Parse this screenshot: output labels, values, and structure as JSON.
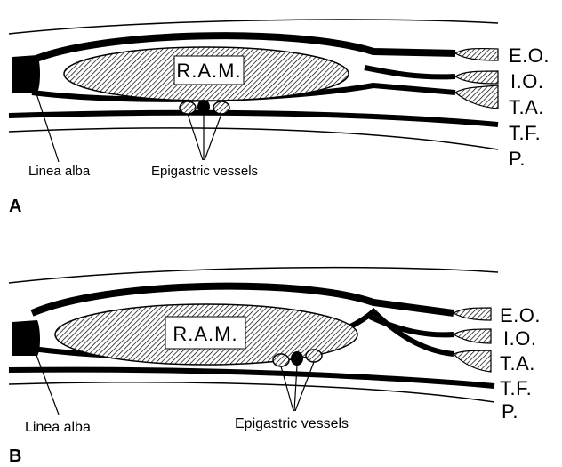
{
  "panels": [
    {
      "panel_label": "A",
      "muscle_label": "R.A.M.",
      "linea_alba_label": "Linea alba",
      "vessels_label": "Epigastric vessels",
      "layers": [
        {
          "abbr": "E.O."
        },
        {
          "abbr": "I.O."
        },
        {
          "abbr": "T.A."
        },
        {
          "abbr": "T.F."
        },
        {
          "abbr": "P."
        }
      ]
    },
    {
      "panel_label": "B",
      "muscle_label": "R.A.M.",
      "linea_alba_label": "Linea alba",
      "vessels_label": "Epigastric vessels",
      "layers": [
        {
          "abbr": "E.O."
        },
        {
          "abbr": "I.O."
        },
        {
          "abbr": "T.A."
        },
        {
          "abbr": "T.F."
        },
        {
          "abbr": "P."
        }
      ]
    }
  ],
  "colors": {
    "ink": "#000000",
    "paper": "#ffffff"
  }
}
